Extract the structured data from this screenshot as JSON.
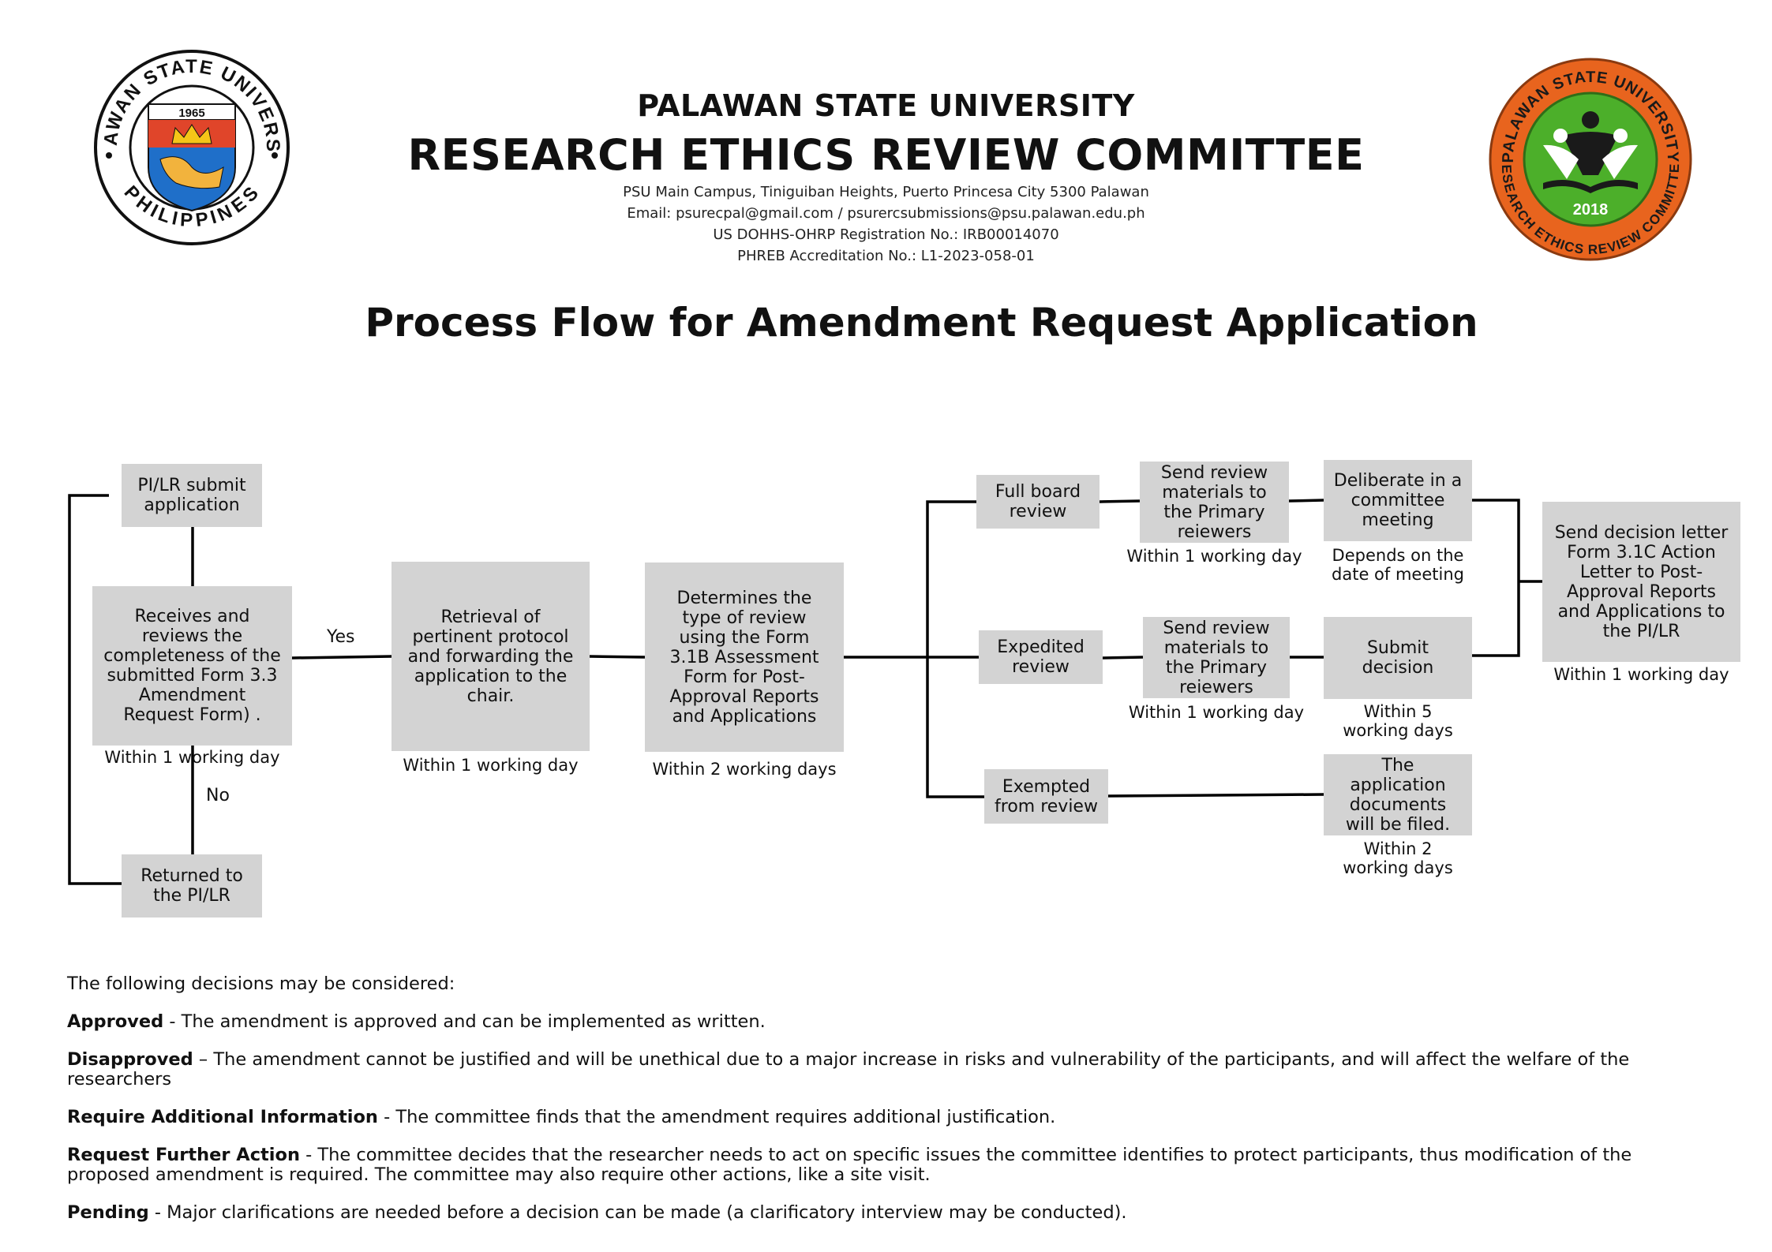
{
  "header": {
    "university": "PALAWAN STATE UNIVERSITY",
    "committee": "RESEARCH ETHICS REVIEW COMMITTEE",
    "address": "PSU Main Campus, Tiniguiban Heights, Puerto Princesa City 5300 Palawan",
    "email": "Email: psurecpal@gmail.com / psurercsubmissions@psu.palawan.edu.ph",
    "registration": "US DOHHS-OHRP Registration No.: IRB00014070",
    "accreditation": "PHREB Accreditation No.: L1-2023-058-01"
  },
  "logos": {
    "left": {
      "ring_text_top": "PALAWAN STATE UNIVERSITY",
      "ring_text_bottom": "PHILIPPINES",
      "year": "1965"
    },
    "right": {
      "ring_text_top": "PALAWAN STATE UNIVERSITY",
      "ring_text_bottom": "RESEARCH ETHICS REVIEW COMMITTEE",
      "year": "2018"
    }
  },
  "title": "Process Flow  for Amendment Request Application",
  "flow": {
    "submit": "PI/LR submit\napplication",
    "receive": "Receives and\nreviews the\ncompleteness of the\nsubmitted Form 3.3\nAmendment\nRequest Form) .",
    "receive_note": "Within 1 working day",
    "yes_label": "Yes",
    "no_label": "No",
    "returned": "Returned to\nthe PI/LR",
    "retrieval": "Retrieval of\npertinent protocol\nand forwarding the\napplication to the\nchair.",
    "retrieval_note": "Within 1 working day",
    "determine": "Determines the\ntype of review\nusing the Form\n3.1B Assessment\nForm for Post-\nApproval Reports\nand Applications",
    "determine_note": "Within 2 working days",
    "full_board": "Full board\nreview",
    "send_full": "Send review\nmaterials to\nthe Primary\nreiewers",
    "send_full_note": "Within 1 working day",
    "deliberate": "Deliberate in a\ncommittee\nmeeting",
    "deliberate_note": "Depends on the\ndate of meeting",
    "expedited": "Expedited\nreview",
    "send_exp": "Send review\nmaterials to\nthe Primary\nreiewers",
    "send_exp_note": "Within 1 working day",
    "submit_decision": "Submit\ndecision",
    "submit_decision_note": "Within 5\nworking days",
    "exempted": "Exempted\nfrom review",
    "filed": "The\napplication\ndocuments\nwill be filed.",
    "filed_note": "Within 2\nworking days",
    "send_letter": "Send decision letter\nForm 3.1C Action\nLetter to Post-\nApproval Reports\nand Applications to\nthe PI/LR",
    "send_letter_note": "Within 1 working day"
  },
  "decisions": {
    "intro": "The following decisions may be considered:",
    "items": [
      {
        "term": "Approved",
        "text": " - The amendment is approved and can be implemented as written."
      },
      {
        "term": "Disapproved",
        "text": " – The amendment cannot be justified and will be unethical due to a major increase in risks and vulnerability of the participants, and will affect the welfare of the researchers"
      },
      {
        "term": "Require Additional Information",
        "text": " - The committee finds that the amendment requires additional justification."
      },
      {
        "term": "Request Further Action",
        "text": " - The committee decides that the researcher needs to act on specific issues the committee identifies to protect participants, thus modification of the proposed amendment is required. The committee may also require other actions, like a site visit."
      },
      {
        "term": "Pending",
        "text": " - Major clarifications are needed before a decision can be made (a clarificatory interview may be conducted)."
      }
    ]
  },
  "colors": {
    "box_fill": "#d3d3d3",
    "line": "#000000",
    "seal_left_ring": "#ffffff",
    "seal_right_ring": "#e8641e",
    "seal_right_inner": "#4caf2a"
  }
}
